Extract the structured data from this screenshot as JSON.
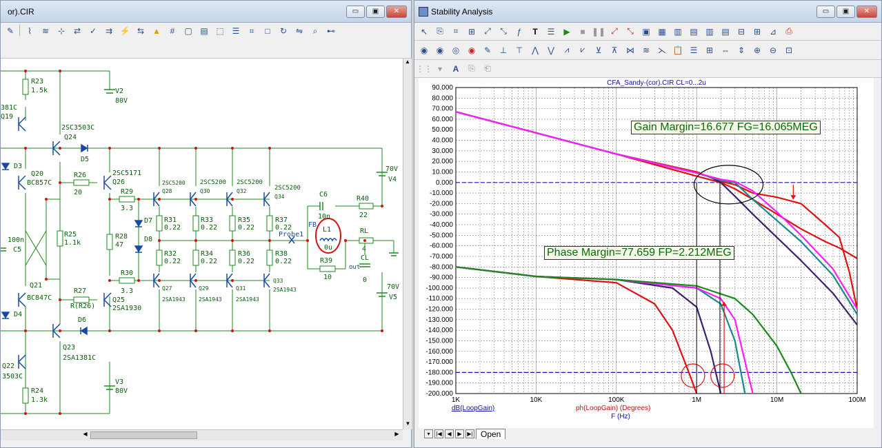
{
  "left_window": {
    "title": "or).CIR",
    "controls": {
      "minimize": "▭",
      "restore": "▣",
      "close": "✕"
    }
  },
  "right_window": {
    "title": "Stability Analysis",
    "controls": {
      "minimize": "▭",
      "restore": "▣",
      "close": "✕"
    },
    "tabs": [
      "Open"
    ]
  },
  "schematic": {
    "components": [
      {
        "text": "R23",
        "id": "r23"
      },
      {
        "text": "1.5k",
        "id": "r23v"
      },
      {
        "text": "V2",
        "id": "v2"
      },
      {
        "text": "80V",
        "id": "v2v"
      },
      {
        "text": "381C",
        "id": "q19t"
      },
      {
        "text": "Q19",
        "id": "q19"
      },
      {
        "text": "2SC3503C",
        "id": "q24t"
      },
      {
        "text": "Q24",
        "id": "q24"
      },
      {
        "text": "D5",
        "id": "d5"
      },
      {
        "text": "D3",
        "id": "d3"
      },
      {
        "text": "Q20",
        "id": "q20"
      },
      {
        "text": "BC857C",
        "id": "q20t"
      },
      {
        "text": "R26",
        "id": "r26"
      },
      {
        "text": "20",
        "id": "r26v"
      },
      {
        "text": "2SC5171",
        "id": "q26t"
      },
      {
        "text": "Q26",
        "id": "q26"
      },
      {
        "text": "R29",
        "id": "r29"
      },
      {
        "text": "3.3",
        "id": "r29v"
      },
      {
        "text": "2SC5200",
        "id": "q28t"
      },
      {
        "text": "Q28",
        "id": "q28"
      },
      {
        "text": "2SC5200",
        "id": "q30t"
      },
      {
        "text": "Q30",
        "id": "q30"
      },
      {
        "text": "2SC5200",
        "id": "q32t"
      },
      {
        "text": "Q32",
        "id": "q32"
      },
      {
        "text": "2SC5200",
        "id": "q34t"
      },
      {
        "text": "Q34",
        "id": "q34"
      },
      {
        "text": "70V",
        "id": "v4v"
      },
      {
        "text": "V4",
        "id": "v4"
      },
      {
        "text": "C6",
        "id": "c6"
      },
      {
        "text": "10n",
        "id": "c6v"
      },
      {
        "text": "R40",
        "id": "r40"
      },
      {
        "text": "22",
        "id": "r40v"
      },
      {
        "text": "FB",
        "id": "fb"
      },
      {
        "text": "L1",
        "id": "l1"
      },
      {
        "text": "0u",
        "id": "l1v"
      },
      {
        "text": "RL",
        "id": "rl"
      },
      {
        "text": "4",
        "id": "rlv"
      },
      {
        "text": "CL",
        "id": "cl"
      },
      {
        "text": "0",
        "id": "clv"
      },
      {
        "text": "out",
        "id": "out"
      },
      {
        "text": "R39",
        "id": "r39"
      },
      {
        "text": "10",
        "id": "r39v"
      },
      {
        "text": "Probe1",
        "id": "probe"
      },
      {
        "text": "R25",
        "id": "r25"
      },
      {
        "text": "1.1k",
        "id": "r25v"
      },
      {
        "text": "100n",
        "id": "c5v"
      },
      {
        "text": "C5",
        "id": "c5"
      },
      {
        "text": "R28",
        "id": "r28"
      },
      {
        "text": "47",
        "id": "r28v"
      },
      {
        "text": "D7",
        "id": "d7"
      },
      {
        "text": "D8",
        "id": "d8"
      },
      {
        "text": "R31",
        "id": "r31"
      },
      {
        "text": "0.22",
        "id": "r31v"
      },
      {
        "text": "R33",
        "id": "r33"
      },
      {
        "text": "0.22",
        "id": "r33v"
      },
      {
        "text": "R35",
        "id": "r35"
      },
      {
        "text": "0.22",
        "id": "r35v"
      },
      {
        "text": "R37",
        "id": "r37"
      },
      {
        "text": "0.22",
        "id": "r37v"
      },
      {
        "text": "R32",
        "id": "r32"
      },
      {
        "text": "0.22",
        "id": "r32v"
      },
      {
        "text": "R34",
        "id": "r34"
      },
      {
        "text": "0.22",
        "id": "r34v"
      },
      {
        "text": "R36",
        "id": "r36"
      },
      {
        "text": "0.22",
        "id": "r36v"
      },
      {
        "text": "R38",
        "id": "r38"
      },
      {
        "text": "0.22",
        "id": "r38v"
      },
      {
        "text": "R30",
        "id": "r30"
      },
      {
        "text": "3.3",
        "id": "r30v"
      },
      {
        "text": "Q27",
        "id": "q27"
      },
      {
        "text": "2SA1943",
        "id": "q27t"
      },
      {
        "text": "Q29",
        "id": "q29"
      },
      {
        "text": "2SA1943",
        "id": "q29t"
      },
      {
        "text": "Q31",
        "id": "q31"
      },
      {
        "text": "2SA1943",
        "id": "q31t"
      },
      {
        "text": "Q33",
        "id": "q33"
      },
      {
        "text": "2SA1943",
        "id": "q33t"
      },
      {
        "text": "70V",
        "id": "v5v"
      },
      {
        "text": "V5",
        "id": "v5"
      },
      {
        "text": "Q21",
        "id": "q21"
      },
      {
        "text": "BC847C",
        "id": "q21t"
      },
      {
        "text": "R27",
        "id": "r27"
      },
      {
        "text": "R(R26)",
        "id": "r27v"
      },
      {
        "text": "Q25",
        "id": "q25"
      },
      {
        "text": "2SA1930",
        "id": "q25t"
      },
      {
        "text": "D4",
        "id": "d4"
      },
      {
        "text": "D6",
        "id": "d6"
      },
      {
        "text": "Q23",
        "id": "q23"
      },
      {
        "text": "2SA1381C",
        "id": "q23t"
      },
      {
        "text": "Q22",
        "id": "q22"
      },
      {
        "text": "3503C",
        "id": "q22t"
      },
      {
        "text": "R24",
        "id": "r24"
      },
      {
        "text": "1.3k",
        "id": "r24v"
      },
      {
        "text": "V3",
        "id": "v3"
      },
      {
        "text": "80V",
        "id": "v3v"
      }
    ]
  },
  "chart_data": {
    "type": "line",
    "title": "CFA_Sandy-(cor).CIR CL=0...2u",
    "xlabel": "F (Hz)",
    "ylabel_left": "dB(LoopGain)",
    "ylabel_right": "ph(LoopGain) (Degrees)",
    "xscale": "log",
    "xlim": [
      1000,
      100000000
    ],
    "ylim": [
      -200,
      90
    ],
    "x_ticks": [
      "1K",
      "10K",
      "100K",
      "1M",
      "10M",
      "100M"
    ],
    "y_ticks": [
      "90.000",
      "80.000",
      "70.000",
      "60.000",
      "50.000",
      "40.000",
      "30.000",
      "20.000",
      "10.000",
      "0.000",
      "-10.000",
      "-20.000",
      "-30.000",
      "-40.000",
      "-50.000",
      "-60.000",
      "-70.000",
      "-80.000",
      "-90.000",
      "-100.000",
      "-110.000",
      "-120.000",
      "-130.000",
      "-140.000",
      "-150.000",
      "-160.000",
      "-170.000",
      "-180.000",
      "-190.000",
      "-200.000"
    ],
    "reference_lines": [
      0,
      -180
    ],
    "annotations": {
      "gain_margin": "Gain Margin=16.677 FG=16.065MEG",
      "phase_margin": "Phase Margin=77.659 FP=2.212MEG"
    },
    "colors": {
      "red": "#e01010",
      "purple": "#3c1f6e",
      "teal": "#158a8a",
      "magenta": "#ff1dff",
      "green": "#1a8a1a",
      "axis": "#000000",
      "grid": "#808080",
      "ref": "#1010c0"
    },
    "series": [
      {
        "color": "red",
        "kind": "gain",
        "x": [
          1000,
          10000,
          100000,
          1000000,
          2000000,
          3000000,
          5000000,
          10000000,
          20000000,
          40000000,
          60000000,
          100000000
        ],
        "y": [
          67,
          47,
          27,
          6,
          0,
          -6,
          -16,
          -30,
          -44,
          -56,
          -62,
          -72
        ]
      },
      {
        "color": "red",
        "kind": "gain",
        "x": [
          1000,
          10000,
          100000,
          1000000,
          2000000,
          3000000,
          5000000,
          10000000,
          20000000,
          40000000,
          60000000,
          80000000,
          100000000
        ],
        "y": [
          67,
          47,
          27,
          10,
          1,
          -2,
          -10,
          -14,
          -20,
          -40,
          -52,
          -85,
          -120
        ]
      },
      {
        "color": "purple",
        "kind": "gain",
        "x": [
          1000,
          100000,
          1000000,
          1500000,
          2000000,
          3000000,
          5000000,
          10000000,
          20000000,
          50000000,
          100000000
        ],
        "y": [
          67,
          27,
          9,
          5,
          0,
          -13,
          -30,
          -52,
          -74,
          -105,
          -135
        ]
      },
      {
        "color": "teal",
        "kind": "gain",
        "x": [
          1000,
          100000,
          1000000,
          2000000,
          3000000,
          5000000,
          10000000,
          20000000,
          50000000,
          100000000
        ],
        "y": [
          67,
          27,
          9,
          2,
          0,
          -16,
          -36,
          -56,
          -88,
          -125
        ]
      },
      {
        "color": "magenta",
        "kind": "gain",
        "x": [
          1000,
          100000,
          1000000,
          2000000,
          3000000,
          5000000,
          10000000,
          20000000,
          50000000,
          100000000
        ],
        "y": [
          67,
          27,
          9,
          3,
          1,
          -8,
          -28,
          -50,
          -82,
          -120
        ]
      },
      {
        "color": "red",
        "kind": "phase",
        "x": [
          1000,
          10000,
          100000,
          300000,
          500000,
          800000,
          1000000
        ],
        "y": [
          -80,
          -89,
          -95,
          -115,
          -140,
          -180,
          -200
        ]
      },
      {
        "color": "purple",
        "kind": "phase",
        "x": [
          1000,
          10000,
          100000,
          500000,
          1000000,
          1500000,
          2000000
        ],
        "y": [
          -80,
          -89,
          -92,
          -100,
          -118,
          -160,
          -200
        ]
      },
      {
        "color": "teal",
        "kind": "phase",
        "x": [
          1000,
          10000,
          100000,
          1000000,
          2000000,
          3000000,
          4000000
        ],
        "y": [
          -80,
          -89,
          -92,
          -100,
          -115,
          -150,
          -200
        ]
      },
      {
        "color": "magenta",
        "kind": "phase",
        "x": [
          1000,
          10000,
          100000,
          1000000,
          2000000,
          3000000,
          5000000
        ],
        "y": [
          -80,
          -89,
          -92,
          -100,
          -110,
          -130,
          -200
        ]
      },
      {
        "color": "green",
        "kind": "phase",
        "x": [
          1000,
          10000,
          100000,
          1000000,
          3000000,
          5000000,
          10000000,
          15000000,
          20000000
        ],
        "y": [
          -80,
          -89,
          -92,
          -98,
          -110,
          -125,
          -155,
          -180,
          -200
        ]
      }
    ]
  }
}
